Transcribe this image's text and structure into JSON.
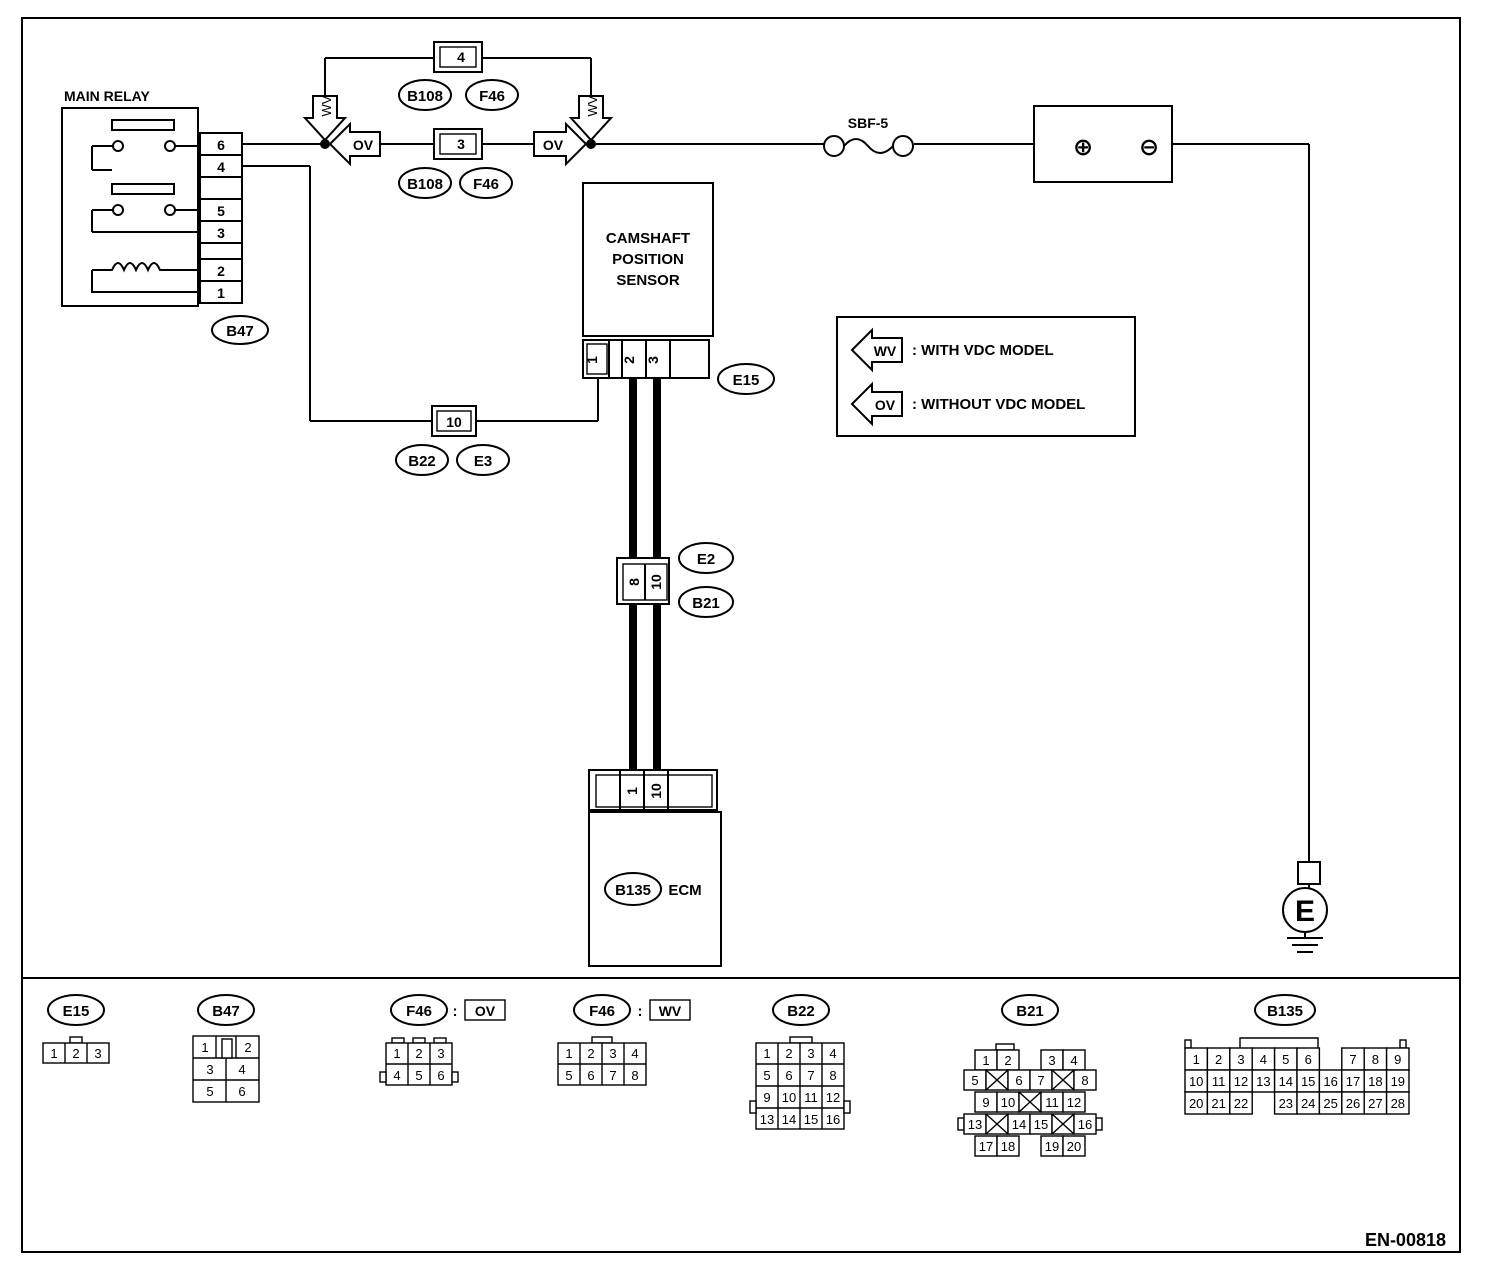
{
  "diagram": {
    "main_relay": {
      "title": "MAIN RELAY",
      "connector": "B47",
      "terminals": [
        "6",
        "4",
        "",
        "5",
        "3",
        "2",
        "1"
      ]
    },
    "junction_upper": {
      "terminal": "4",
      "connectors": [
        "B108",
        "F46"
      ]
    },
    "junction_lower": {
      "terminal": "3",
      "connectors": [
        "B108",
        "F46"
      ]
    },
    "arrow_tags": {
      "wv": "WV",
      "ov": "OV"
    },
    "fuse": {
      "label": "SBF-5"
    },
    "battery": {
      "plus": "⊕",
      "minus": "⊖"
    },
    "sensor": {
      "lines": [
        "CAMSHAFT",
        "POSITION",
        "SENSOR"
      ],
      "connector": "E15",
      "terminals": [
        "1",
        "2",
        "3",
        ""
      ]
    },
    "joint_b22": {
      "terminal": "10",
      "connectors": [
        "B22",
        "E3"
      ]
    },
    "joint_e2": {
      "terminals": [
        "8",
        "10"
      ],
      "connectors": [
        "E2",
        "B21"
      ]
    },
    "ecm": {
      "connector": "B135",
      "label": "ECM",
      "terminals": [
        "",
        "1",
        "10",
        ""
      ]
    },
    "ground": {
      "label": "E"
    },
    "legend": [
      {
        "tag": "WV",
        "text": ": WITH VDC MODEL"
      },
      {
        "tag": "OV",
        "text": ": WITHOUT VDC MODEL"
      }
    ],
    "connector_views": {
      "e15": {
        "name": "E15",
        "pins": [
          "1",
          "2",
          "3"
        ]
      },
      "b47": {
        "name": "B47",
        "pins": [
          "1",
          "2",
          "3",
          "4",
          "5",
          "6"
        ]
      },
      "f46_ov": {
        "name": "F46",
        "tag": "OV",
        "pins": [
          "1",
          "2",
          "3",
          "4",
          "5",
          "6"
        ]
      },
      "f46_wv": {
        "name": "F46",
        "tag": "WV",
        "pins": [
          "1",
          "2",
          "3",
          "4",
          "5",
          "6",
          "7",
          "8"
        ]
      },
      "b22": {
        "name": "B22",
        "pins": [
          "1",
          "2",
          "3",
          "4",
          "5",
          "6",
          "7",
          "8",
          "9",
          "10",
          "11",
          "12",
          "13",
          "14",
          "15",
          "16"
        ]
      },
      "b21": {
        "name": "B21",
        "pins": [
          "1",
          "2",
          "3",
          "4",
          "5",
          "6",
          "7",
          "8",
          "9",
          "10",
          "11",
          "12",
          "13",
          "14",
          "15",
          "16",
          "17",
          "18",
          "19",
          "20"
        ]
      },
      "b135": {
        "name": "B135",
        "pins": [
          "1",
          "2",
          "3",
          "4",
          "5",
          "6",
          "7",
          "8",
          "9",
          "10",
          "11",
          "12",
          "13",
          "14",
          "15",
          "16",
          "17",
          "18",
          "19",
          "20",
          "21",
          "22",
          "23",
          "24",
          "25",
          "26",
          "27",
          "28"
        ]
      }
    },
    "figure_code": "EN-00818"
  }
}
